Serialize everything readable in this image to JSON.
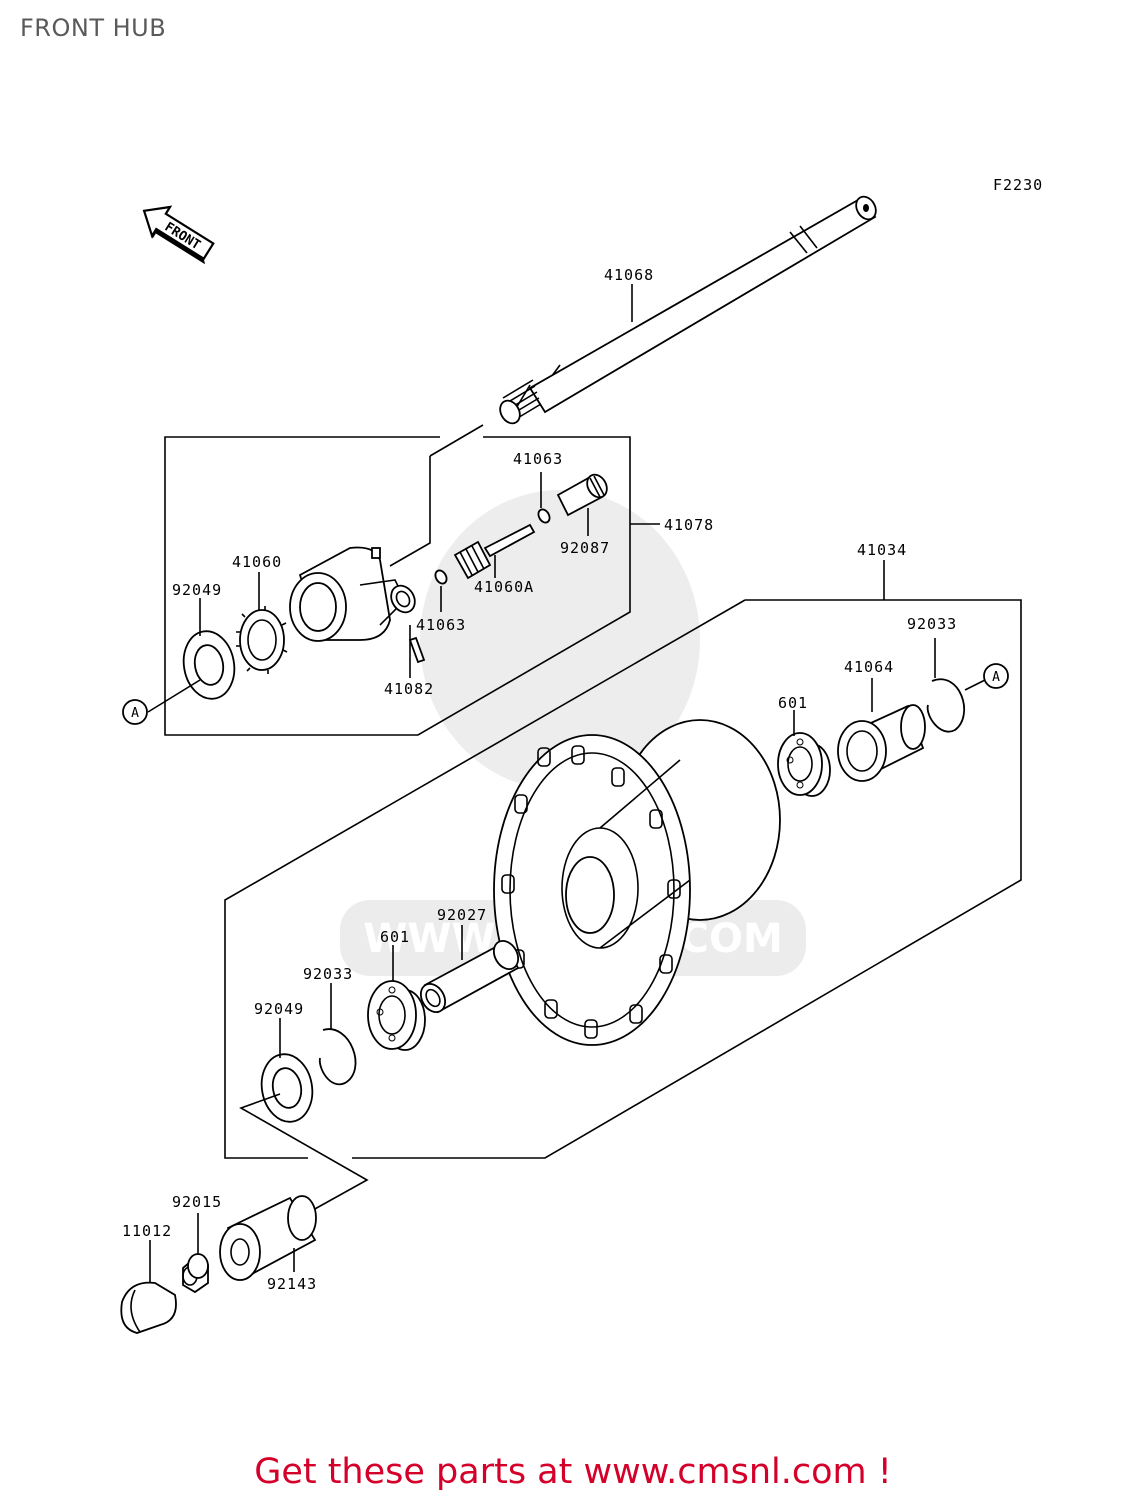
{
  "page": {
    "title": "FRONT HUB"
  },
  "diagram": {
    "code": "F2230",
    "front_arrow_label": "FRONT",
    "ref_marker": "A",
    "watermark": "WWW.CMSNL.COM",
    "labels": {
      "p41068": "41068",
      "p41063a": "41063",
      "p92087": "92087",
      "p41078": "41078",
      "p41060": "41060",
      "p41060A": "41060A",
      "p92049a": "92049",
      "p41063b": "41063",
      "p41082": "41082",
      "p41034": "41034",
      "p92033a": "92033",
      "p41064": "41064",
      "p601a": "601",
      "p92027": "92027",
      "p601b": "601",
      "p92033b": "92033",
      "p92049b": "92049",
      "p92015": "92015",
      "p11012": "11012",
      "p92143": "92143"
    }
  },
  "footer": {
    "text": "Get these parts at www.cmsnl.com !"
  }
}
